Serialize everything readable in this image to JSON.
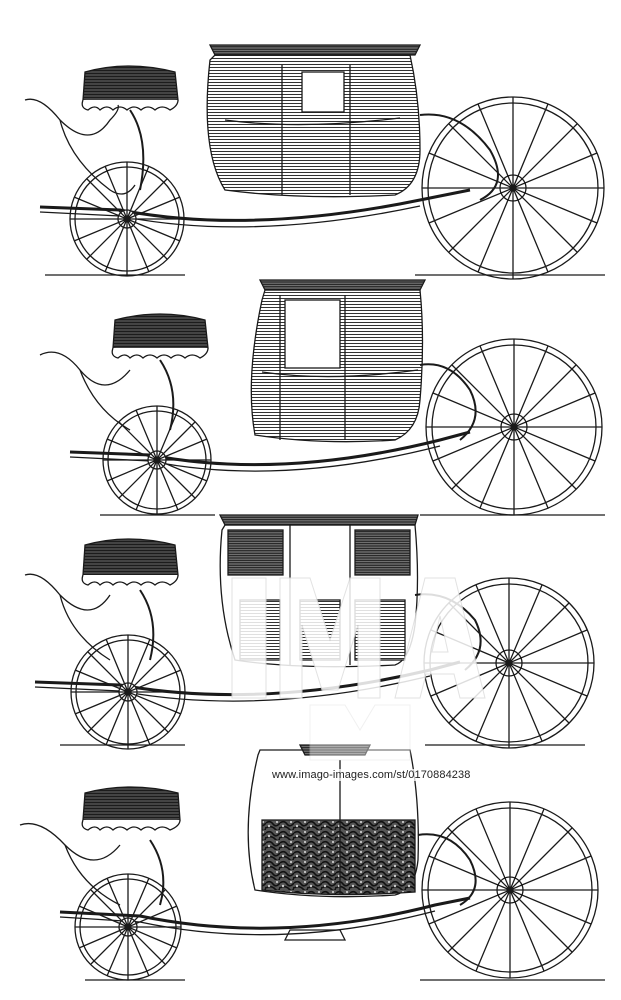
{
  "watermark": {
    "logo_text": "IMAGO",
    "text": "www.imago-images.com/st/0170884238"
  },
  "engraving": {
    "carriages": [
      {
        "id": 1,
        "body_fill": "hatched-grey"
      },
      {
        "id": 2,
        "body_fill": "hatched-grey"
      },
      {
        "id": 3,
        "body_fill": "hatched-panels"
      },
      {
        "id": 4,
        "body_fill": "marbled-dark"
      }
    ],
    "ink_color": "#1a1a1a",
    "paper_color": "#ffffff"
  }
}
